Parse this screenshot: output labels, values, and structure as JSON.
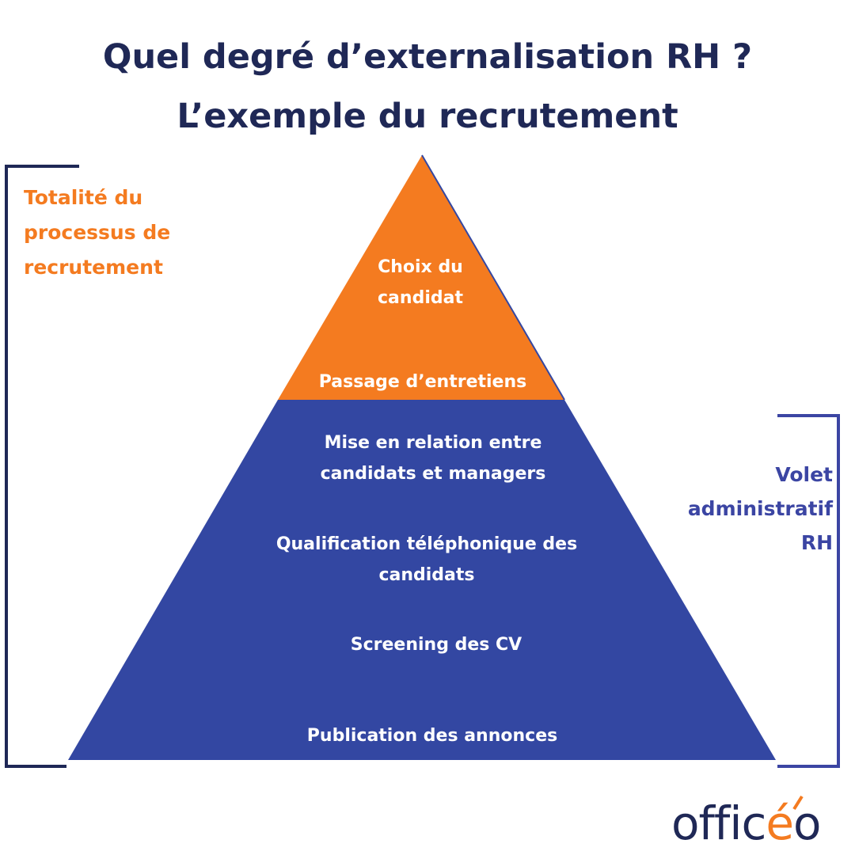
{
  "title": {
    "line1": "Quel degré d’externalisation RH ?",
    "line2": "L’exemple du recrutement"
  },
  "pyramid": {
    "top_color": "#f47b20",
    "bottom_color": "#3347a2",
    "levels": [
      {
        "label": "Choix du\ncandidat",
        "section": "orange"
      },
      {
        "label": "Passage d’entretiens",
        "section": "orange"
      },
      {
        "label": "Mise en relation entre\ncandidats et managers",
        "section": "blue"
      },
      {
        "label": "Qualification téléphonique des\ncandidats",
        "section": "blue"
      },
      {
        "label": "Screening des CV",
        "section": "blue"
      },
      {
        "label": "Publication des annonces",
        "section": "blue"
      }
    ]
  },
  "left_bracket": {
    "label": "Totalité du\nprocessus de\nrecrutement",
    "color": "#1f2856"
  },
  "right_bracket": {
    "label": "Volet\nadministratif\nRH",
    "color": "#3b45a3"
  },
  "logo": {
    "text_start": "offic",
    "accent": "é",
    "text_end": "o"
  }
}
